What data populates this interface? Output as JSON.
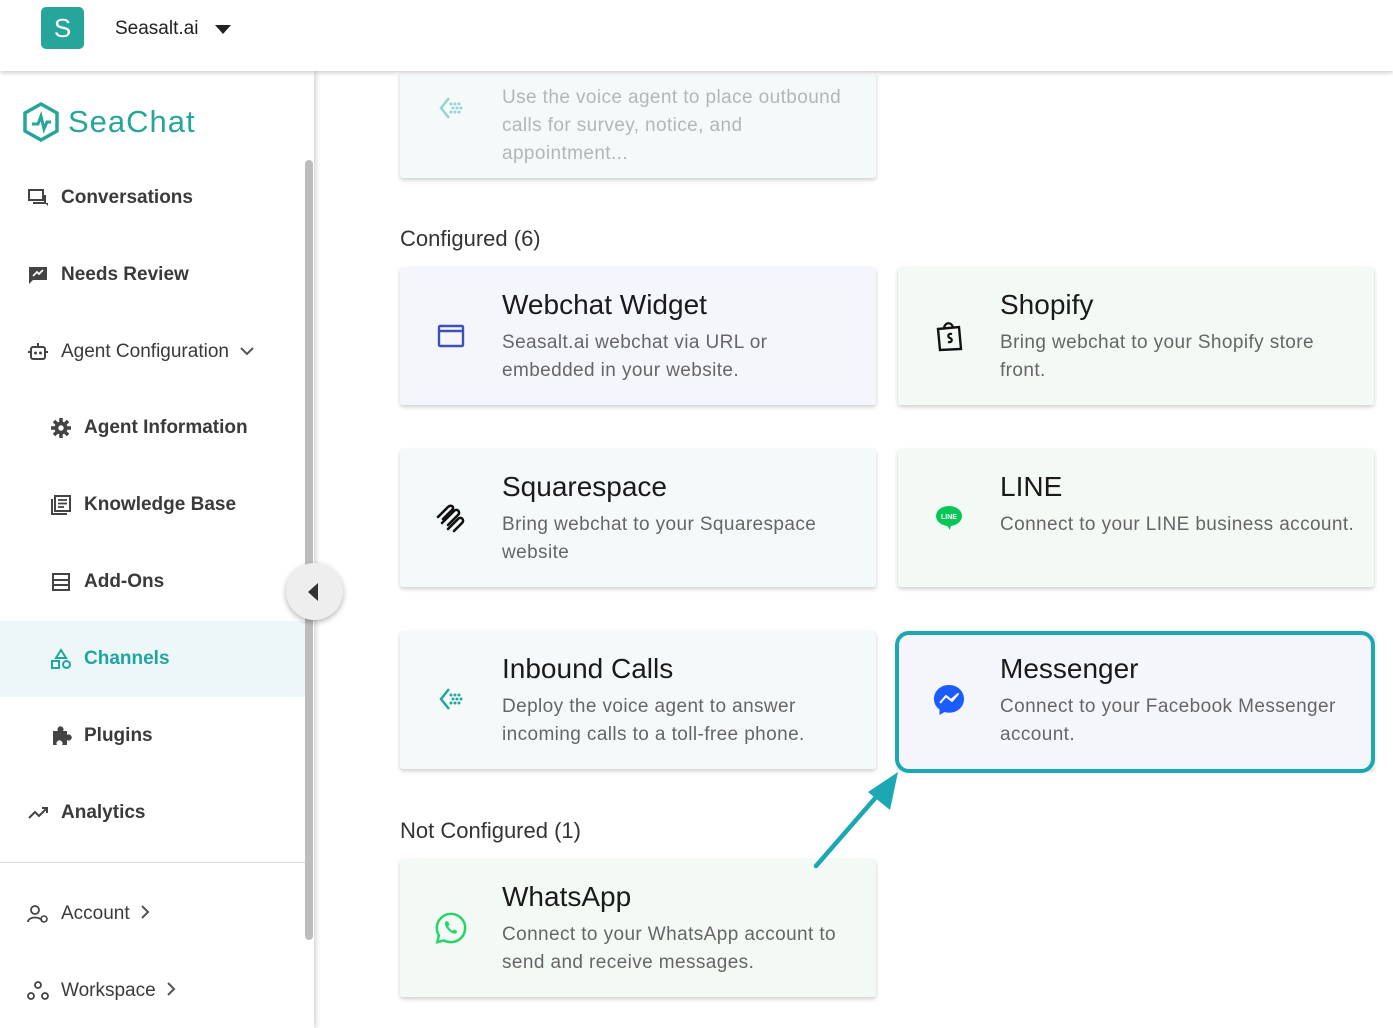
{
  "topbar": {
    "workspace_initial": "S",
    "workspace_name": "Seasalt.ai"
  },
  "sidebar": {
    "logo_text": "SeaChat",
    "items": [
      {
        "label": "Conversations"
      },
      {
        "label": "Needs Review"
      },
      {
        "label": "Agent Configuration"
      },
      {
        "label": "Agent Information"
      },
      {
        "label": "Knowledge Base"
      },
      {
        "label": "Add-Ons"
      },
      {
        "label": "Channels"
      },
      {
        "label": "Plugins"
      },
      {
        "label": "Analytics"
      },
      {
        "label": "Account"
      },
      {
        "label": "Workspace"
      }
    ]
  },
  "main": {
    "partial_card": {
      "title": "Outbound Calls",
      "desc": "Use the voice agent to place outbound calls for survey, notice, and appointment..."
    },
    "configured_label": "Configured (6)",
    "configured": [
      {
        "title": "Webchat Widget",
        "desc": "Seasalt.ai webchat via URL or embedded in your website.",
        "icon": "browser-window-icon"
      },
      {
        "title": "Shopify",
        "desc": "Bring webchat to your Shopify store front.",
        "icon": "shopify-bag-icon"
      },
      {
        "title": "Squarespace",
        "desc": "Bring webchat to your Squarespace website",
        "icon": "squarespace-icon"
      },
      {
        "title": "LINE",
        "desc": "Connect to your LINE business account.",
        "icon": "line-icon",
        "icon_text": "LINE"
      },
      {
        "title": "Inbound Calls",
        "desc": "Deploy the voice agent to answer incoming calls to a toll-free phone.",
        "icon": "phone-wave-icon"
      },
      {
        "title": "Messenger",
        "desc": "Connect to your Facebook Messenger account.",
        "icon": "messenger-icon"
      }
    ],
    "not_configured_label": "Not Configured (1)",
    "not_configured": [
      {
        "title": "WhatsApp",
        "desc": "Connect to your WhatsApp account to send and receive messages.",
        "icon": "whatsapp-icon"
      }
    ]
  },
  "colors": {
    "accent": "#1ea7a0",
    "highlight": "#1ba8b4",
    "messenger": "#1a5cff",
    "line": "#06c755",
    "whatsapp": "#25d366"
  }
}
